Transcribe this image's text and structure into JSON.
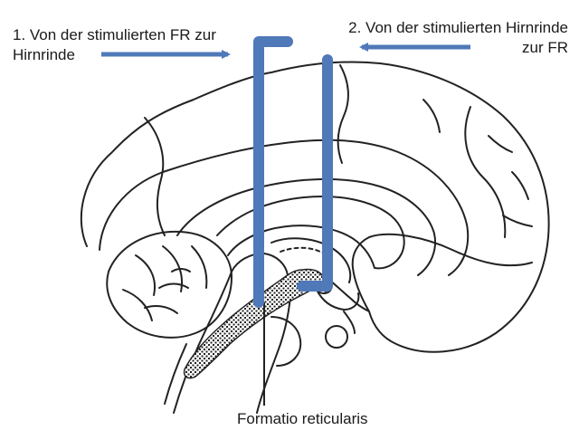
{
  "labels": {
    "left_line1": "1. Von der stimulierten FR zur",
    "left_line2": "Hirnrinde",
    "right_line1": "2. Von der stimulierten Hirnrinde",
    "right_line2": "zur FR",
    "bottom": "Formatio reticularis"
  },
  "colors": {
    "arrow": "#4f79b8",
    "line": "#222222"
  }
}
